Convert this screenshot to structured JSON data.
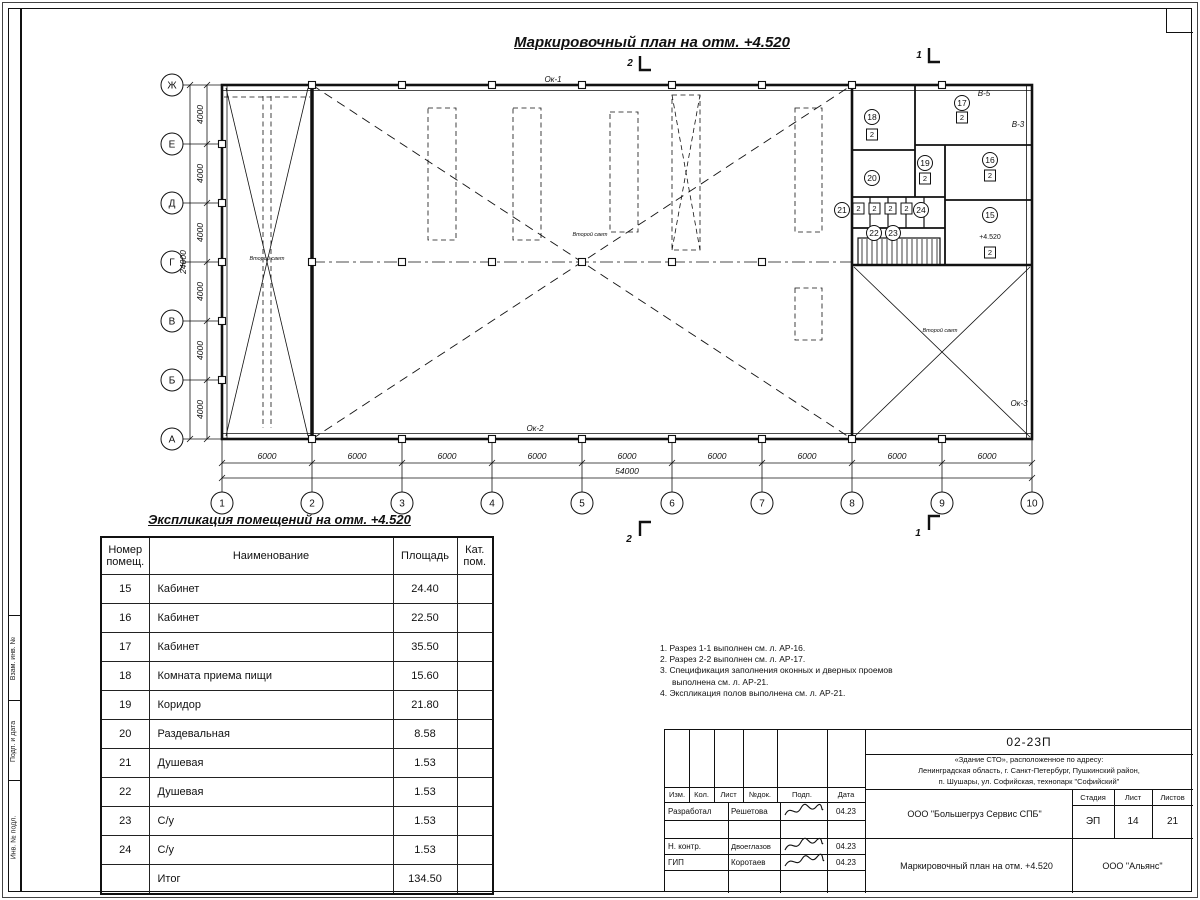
{
  "page": {
    "title": "Маркировочный план на отм. +4.520"
  },
  "plan": {
    "row_axes": [
      "Ж",
      "Е",
      "Д",
      "Г",
      "В",
      "Б",
      "А"
    ],
    "col_axes": [
      "1",
      "2",
      "3",
      "4",
      "5",
      "6",
      "7",
      "8",
      "9",
      "10"
    ],
    "row_dims": [
      "4000",
      "4000",
      "4000",
      "4000",
      "4000",
      "4000"
    ],
    "row_total": "24000",
    "col_dims": [
      "6000",
      "6000",
      "6000",
      "6000",
      "6000",
      "6000",
      "6000",
      "6000",
      "6000"
    ],
    "col_total": "54000",
    "room_marks": [
      "15",
      "16",
      "17",
      "18",
      "19",
      "20",
      "21",
      "22",
      "23",
      "24"
    ],
    "room_cat": "2",
    "labels": {
      "ok1": "Ок-1",
      "ok2": "Ок-2",
      "ok3": "Ок-3",
      "v5": "В-5",
      "v3": "В-3",
      "elevation": "+4.520",
      "second_light": "Второй свет"
    },
    "section_marks": {
      "s1": "1",
      "s2": "2"
    }
  },
  "schedule": {
    "title": "Экспликация помещений на отм. +4.520",
    "headers": {
      "num": "Номер помещ.",
      "name": "Наименование",
      "area": "Площадь",
      "cat": "Кат. пом."
    },
    "rows": [
      {
        "num": "15",
        "name": "Кабинет",
        "area": "24.40"
      },
      {
        "num": "16",
        "name": "Кабинет",
        "area": "22.50"
      },
      {
        "num": "17",
        "name": "Кабинет",
        "area": "35.50"
      },
      {
        "num": "18",
        "name": "Комната приема пищи",
        "area": "15.60"
      },
      {
        "num": "19",
        "name": "Коридор",
        "area": "21.80"
      },
      {
        "num": "20",
        "name": "Раздевальная",
        "area": "8.58"
      },
      {
        "num": "21",
        "name": "Душевая",
        "area": "1.53"
      },
      {
        "num": "22",
        "name": "Душевая",
        "area": "1.53"
      },
      {
        "num": "23",
        "name": "С/у",
        "area": "1.53"
      },
      {
        "num": "24",
        "name": "С/у",
        "area": "1.53"
      },
      {
        "num": "",
        "name": "Итог",
        "area": "134.50"
      }
    ]
  },
  "notes": [
    "1. Разрез 1-1 выполнен см. л. АР-16.",
    "2. Разрез 2-2 выполнен см. л. АР-17.",
    "3. Спецификация заполнения оконных и дверных проемов выполнена см. л. АР-21.",
    "4. Экспликация полов выполнена см. л. АР-21."
  ],
  "titleblock": {
    "doc_number": "02-23П",
    "object_line1": "«Здание СТО», расположенное по адресу:",
    "object_line2": "Ленинградская область, г. Санкт-Петербург, Пушкинский район,",
    "object_line3": "п. Шушары, ул. Софийская, технопарк \"Софийский\"",
    "columns": {
      "izm": "Изм.",
      "kol": "Кол.",
      "list": "Лист",
      "ndok": "№док.",
      "podp": "Подп.",
      "data": "Дата"
    },
    "rows": [
      {
        "role": "Разработал",
        "name": "Решетова",
        "date": "04.23"
      },
      {
        "role": "Н. контр.",
        "name": "Двоеглазов",
        "date": "04.23"
      },
      {
        "role": "ГИП",
        "name": "Коротаев",
        "date": "04.23"
      }
    ],
    "org": "ООО \"Большегруз Сервис СПБ\"",
    "stage_label": "Стадия",
    "sheet_label": "Лист",
    "sheets_label": "Листов",
    "stage": "ЭП",
    "sheet": "14",
    "sheets": "21",
    "sheet_title": "Маркировочный план на отм. +4.520",
    "org2": "ООО \"Альянс\""
  },
  "frame": {
    "stamp_labels": [
      "Взам. инв. №",
      "Подп. и дата",
      "Инв. № подл."
    ]
  }
}
